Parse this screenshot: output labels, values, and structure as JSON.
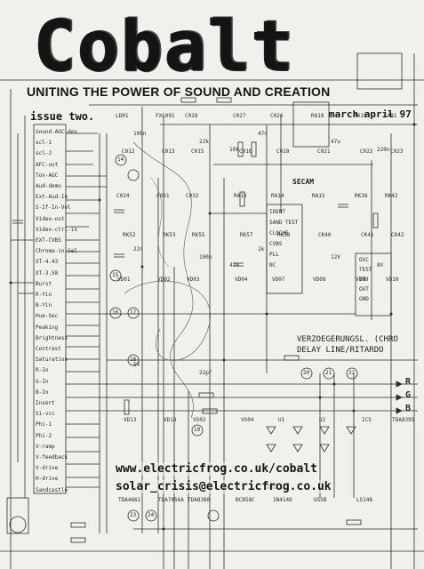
{
  "header": {
    "title": "Cobalt",
    "tagline": "UNITING THE POWER OF SOUND AND CREATION",
    "issue": "issue two.",
    "date": "march april 97"
  },
  "contact": {
    "url": "www.electricfrog.co.uk/cobalt",
    "email": "solar_crisis@electricfrog.co.uk"
  },
  "schematic": {
    "delay_line": [
      "VERZOEGERUNGSL. (CHRO",
      "DELAY LINE/RITARDO"
    ],
    "secam": "SECAM",
    "pins_left": [
      "Sound-AGC-des",
      "scl-1",
      "scl-2",
      "AFC-out",
      "Ton-AGC",
      "Aud-demo",
      "Ext-Aud-In",
      "S-If-In-Vol",
      "Video-out",
      "Video-ctrl-in",
      "EXT-CVBS",
      "Chroma-in-Sel",
      "XT-4.43",
      "XT-3.58",
      "Burst",
      "R-Yin",
      "B-Yin",
      "Hue-Sec",
      "Peaking",
      "Brightness",
      "Contrast",
      "Saturation",
      "R-In",
      "G-In",
      "B-In",
      "Insert",
      "Si-vcc",
      "Phi-1",
      "Phi-2",
      "V-ramp",
      "V-feedback",
      "V-drive",
      "H-drive",
      "Sandcastle"
    ],
    "components": [
      "LD01",
      "FXC091",
      "C028",
      "C027",
      "C026",
      "RA18",
      "R419",
      "C401",
      "C012",
      "C013",
      "C015",
      "C016",
      "C019",
      "C021",
      "C022",
      "C023",
      "C024",
      "C031",
      "C032",
      "RA13",
      "RA14",
      "RA15",
      "RK38",
      "RK42",
      "RK52",
      "RK53",
      "RK55",
      "RK57",
      "RK58",
      "CK40",
      "CK41",
      "CK42",
      "VD01",
      "VD02",
      "VD03",
      "VD04",
      "VD07",
      "VD08",
      "VD09",
      "VD10",
      "VD13",
      "VD18",
      "VS02",
      "VS04",
      "U1",
      "U2",
      "IC5",
      "TDA8395",
      "TDA4661",
      "TDA7056A",
      "TDA8380",
      "BC858C",
      "1N4148",
      "USSB",
      "LS148"
    ],
    "ic_pins": [
      "IDENT",
      "SAND TEST",
      "CLOCHE",
      "CVBS",
      "PLL",
      "NC",
      "OSC",
      "TEST",
      "IN",
      "OUT",
      "GND"
    ],
    "rgb": [
      "R",
      "G",
      "B"
    ],
    "nodes": [
      "14",
      "15",
      "16",
      "17",
      "18",
      "19",
      "20",
      "21",
      "22",
      "23",
      "24"
    ],
    "values": [
      "100n",
      "22k",
      "10k",
      "47n",
      "47u",
      "220n",
      "22n",
      "100p",
      "470",
      "1k",
      "12V",
      "8V",
      "5V",
      "22pF"
    ]
  }
}
